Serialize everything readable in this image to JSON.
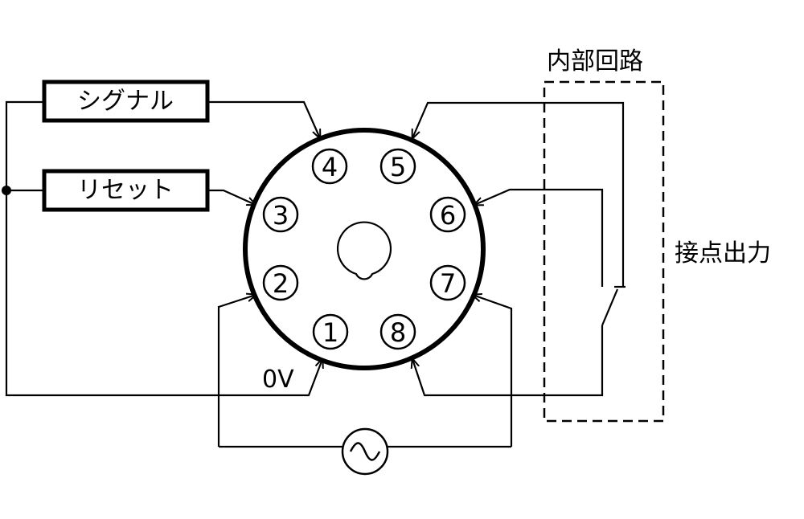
{
  "inputs": {
    "signal_label": "シグナル",
    "reset_label": "リセット"
  },
  "internal_circuit": {
    "label": "内部回路",
    "contact_output_label": "接点出力"
  },
  "ground_label": "0V",
  "pins": [
    {
      "id": "pin-1",
      "number": "1"
    },
    {
      "id": "pin-2",
      "number": "2"
    },
    {
      "id": "pin-3",
      "number": "3"
    },
    {
      "id": "pin-4",
      "number": "4"
    },
    {
      "id": "pin-5",
      "number": "5"
    },
    {
      "id": "pin-6",
      "number": "6"
    },
    {
      "id": "pin-7",
      "number": "7"
    },
    {
      "id": "pin-8",
      "number": "8"
    }
  ],
  "colors": {
    "line": "#000000",
    "background": "#ffffff"
  },
  "icons": {
    "ac_source": "ac-sine-icon",
    "contact": "normally-open-contact-icon",
    "junction": "junction-dot-icon"
  }
}
